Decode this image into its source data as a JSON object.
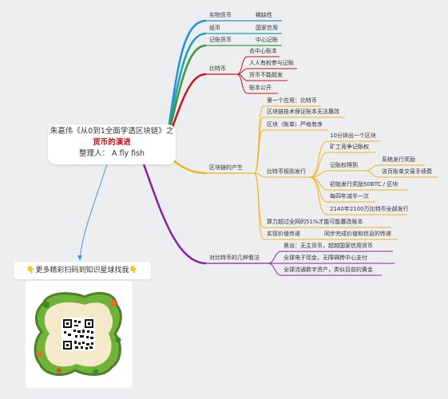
{
  "root": {
    "line1": "朱嘉伟《从0到1全面学透区块链》之",
    "line2": "货币的演进",
    "line3": "整理人： A fly fish"
  },
  "promo": {
    "text": "👇更多精彩扫码到知识星球找我👇"
  },
  "branches": {
    "shiwu": {
      "label": "实物货币",
      "child": "稀缺性"
    },
    "zhibi": {
      "label": "纸币",
      "child": "国家信用"
    },
    "jizhang": {
      "label": "记账货币",
      "child": "中心记账"
    },
    "btc": {
      "label": "比特币",
      "children": [
        "去中心账本",
        "人人有权参与记账",
        "货币不能超发",
        "账本公开"
      ]
    },
    "chain": {
      "label": "区块链的产生",
      "first": "第一个应用：比特币",
      "tamper": "区块链技术保证账本无法篡改",
      "order": "区块（账单）严格有序",
      "rules": {
        "label": "比特币规则发行",
        "ten_min": "10分钟出一个区块",
        "miner": "矿工竞争记账权",
        "right": "记账权得到",
        "right_children": [
          "系统发行奖励",
          "该页账单交易手续费"
        ],
        "initial": "初始发行奖励50BTC / 区块",
        "halving": "每四年减半一次",
        "total": "2140年2100万比特币全部发行"
      },
      "power": "算力超过全网的51%才能可能篡改账本",
      "value": "实现价值传递",
      "value_child": "同步完成价值和信息的传递"
    },
    "view": {
      "label": "对比特币的几种看法",
      "items": [
        "奥派：无主货币，超越国家信用货币",
        "全球电子现金，无障碍跨中心支付",
        "全球流通数字资产，类似目前的黄金"
      ]
    }
  },
  "colors": {
    "blue": "#2e8bd6",
    "teal": "#1aa3b8",
    "green": "#3a9a3a",
    "red": "#c8141c",
    "yellow": "#f2b21a",
    "purple": "#8a1fa4",
    "arrow": "#4a90d9"
  }
}
